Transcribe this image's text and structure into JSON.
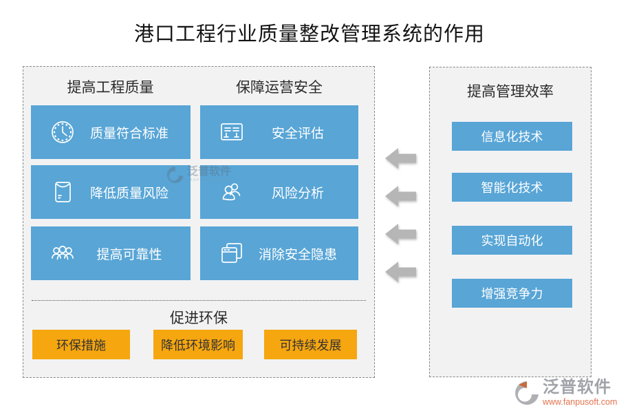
{
  "page": {
    "title": "港口工程行业质量整改管理系统的作用"
  },
  "left_panel": {
    "columns": [
      {
        "header": "提高工程质量",
        "items": [
          {
            "icon": "clock-icon",
            "label": "质量符合标准"
          },
          {
            "icon": "folder-icon",
            "label": "降低质量风险"
          },
          {
            "icon": "group-icon",
            "label": "提高可靠性"
          }
        ]
      },
      {
        "header": "保障运营安全",
        "items": [
          {
            "icon": "form-icon",
            "label": "安全评估"
          },
          {
            "icon": "users-icon",
            "label": "风险分析"
          },
          {
            "icon": "windows-icon",
            "label": "消除安全隐患"
          }
        ]
      }
    ],
    "footer": {
      "header": "促进环保",
      "items": [
        "环保措施",
        "降低环境影响",
        "可持续发展"
      ]
    }
  },
  "right_panel": {
    "header": "提高管理效率",
    "items": [
      "信息化技术",
      "智能化技术",
      "实现自动化",
      "增强竞争力"
    ]
  },
  "watermark": {
    "name": "泛普软件",
    "sub": "FANPU SOFTWARE"
  },
  "brand": {
    "name": "泛普软件",
    "url": "www.fanpusoft.com"
  },
  "colors": {
    "card_blue": "#58a5d6",
    "eco_orange": "#f6a60f",
    "panel_bg": "#f2f2f3",
    "arrow_gray": "#b6b6b6",
    "brand_gray": "#a0a3a8",
    "brand_url_orange": "#e4734e"
  }
}
